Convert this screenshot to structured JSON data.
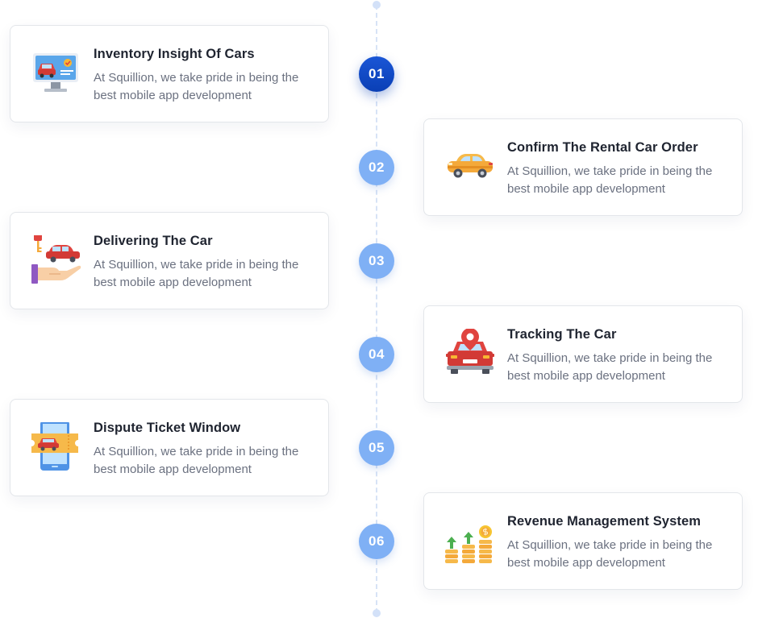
{
  "steps": [
    {
      "number": "01",
      "title": "Inventory Insight Of Cars",
      "description": "At Squillion, we take pride in being the best mobile app development",
      "icon": "monitor-car-icon"
    },
    {
      "number": "02",
      "title": "Confirm The Rental Car Order",
      "description": "At Squillion, we take pride in being the best mobile app development",
      "icon": "yellow-car-icon"
    },
    {
      "number": "03",
      "title": "Delivering The Car",
      "description": "At Squillion, we take pride in being the best mobile app development",
      "icon": "key-hand-car-icon"
    },
    {
      "number": "04",
      "title": "Tracking The Car",
      "description": "At Squillion, we take pride in being the best mobile app development",
      "icon": "car-location-pin-icon"
    },
    {
      "number": "05",
      "title": "Dispute Ticket Window",
      "description": "At Squillion, we take pride in being the best mobile app development",
      "icon": "ticket-car-icon"
    },
    {
      "number": "06",
      "title": "Revenue Management System",
      "description": "At Squillion, we take pride in being the best mobile app development",
      "icon": "coins-growth-icon"
    }
  ],
  "colors": {
    "active_step": "#0a3fb5",
    "inactive_step": "#7fb0f5",
    "timeline": "#d7e3f6",
    "title_text": "#1f2430",
    "body_text": "#6b7180"
  }
}
